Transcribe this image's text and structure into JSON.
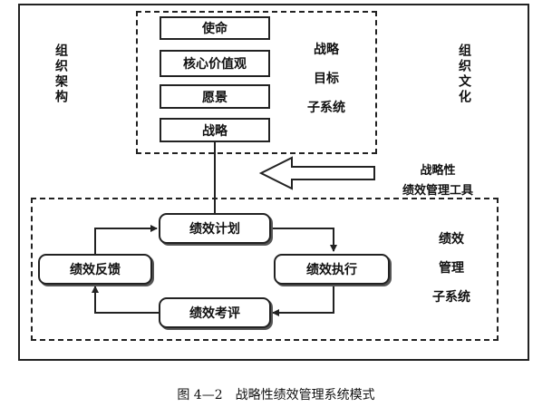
{
  "labels": {
    "org_structure": "组织架构",
    "org_culture": "组织文化",
    "strategy_subsystem": [
      "战略",
      "目标",
      "子系统"
    ],
    "tools": [
      "战略性",
      "绩效管理工具"
    ],
    "perf_subsystem": [
      "绩效",
      "管理",
      "子系统"
    ]
  },
  "boxes": {
    "mission": "使命",
    "core_values": "核心价值观",
    "vision": "愿景",
    "strategy": "战略",
    "perf_plan": "绩效计划",
    "perf_execution": "绩效执行",
    "perf_review": "绩效考评",
    "perf_feedback": "绩效反馈"
  },
  "caption": "图 4—2　战略性绩效管理系统模式"
}
